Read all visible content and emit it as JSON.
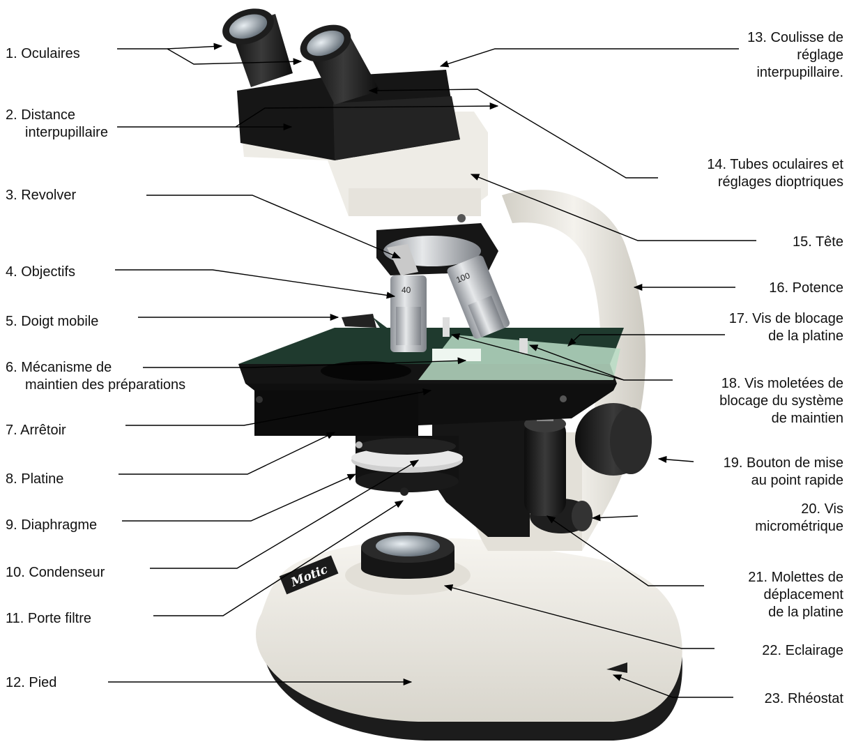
{
  "labels_left": [
    {
      "id": "1",
      "lines": [
        "1. Oculaires"
      ]
    },
    {
      "id": "2",
      "lines": [
        "2. Distance",
        "interpupillaire"
      ]
    },
    {
      "id": "3",
      "lines": [
        "3. Revolver"
      ]
    },
    {
      "id": "4",
      "lines": [
        "4. Objectifs"
      ]
    },
    {
      "id": "5",
      "lines": [
        "5. Doigt mobile"
      ]
    },
    {
      "id": "6",
      "lines": [
        "6. Mécanisme de",
        "maintien des préparations"
      ]
    },
    {
      "id": "7",
      "lines": [
        "7. Arrêtoir"
      ]
    },
    {
      "id": "8",
      "lines": [
        "8. Platine"
      ]
    },
    {
      "id": "9",
      "lines": [
        "9. Diaphragme"
      ]
    },
    {
      "id": "10",
      "lines": [
        "10. Condenseur"
      ]
    },
    {
      "id": "11",
      "lines": [
        "11. Porte filtre"
      ]
    },
    {
      "id": "12",
      "lines": [
        "12. Pied"
      ]
    }
  ],
  "labels_right": [
    {
      "id": "13",
      "lines": [
        "13. Coulisse de",
        "réglage",
        "interpupillaire."
      ]
    },
    {
      "id": "14",
      "lines": [
        "14. Tubes oculaires et",
        "réglages dioptriques"
      ]
    },
    {
      "id": "15",
      "lines": [
        "15. Tête"
      ]
    },
    {
      "id": "16",
      "lines": [
        "16. Potence"
      ]
    },
    {
      "id": "17",
      "lines": [
        "17. Vis de blocage",
        "de la platine"
      ]
    },
    {
      "id": "18",
      "lines": [
        "18. Vis moletées de",
        "blocage du système",
        "de maintien"
      ]
    },
    {
      "id": "19",
      "lines": [
        "19. Bouton de mise",
        "au point rapide"
      ]
    },
    {
      "id": "20",
      "lines": [
        "20. Vis",
        "micrométrique"
      ]
    },
    {
      "id": "21",
      "lines": [
        "21. Molettes de",
        "déplacement",
        "de la platine"
      ]
    },
    {
      "id": "22",
      "lines": [
        "22. Eclairage"
      ]
    },
    {
      "id": "23",
      "lines": [
        "23. Rhéostat"
      ]
    }
  ],
  "brand": "Motic",
  "objective_marks": [
    "40",
    "100"
  ],
  "colors": {
    "body": "#eeece6",
    "body_shade": "#cfccc3",
    "black": "#1b1b1b",
    "stage_green": "#1f3a2e",
    "slide_green": "#b8dcc4",
    "chrome": "#c9ccd0",
    "leader_line": "#000000",
    "label_text": "#111111"
  }
}
